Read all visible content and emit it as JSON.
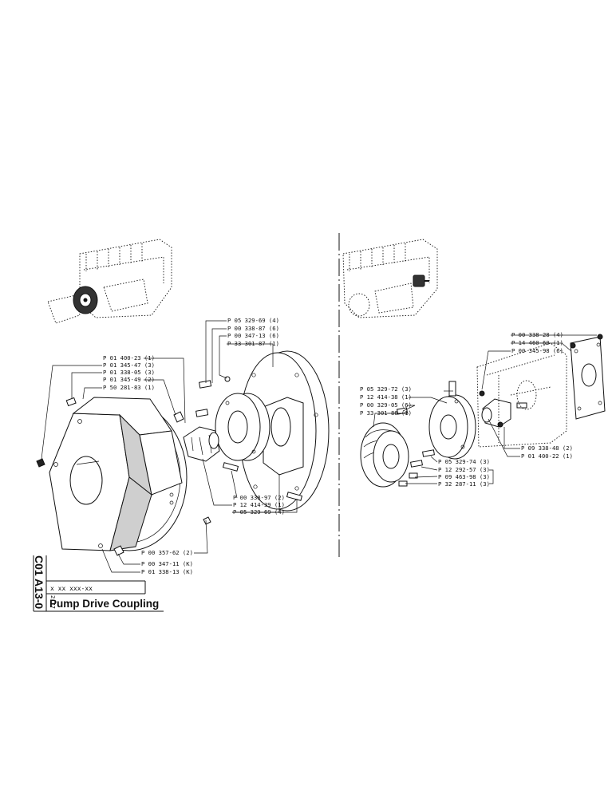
{
  "title": "Pump Drive Coupling",
  "document_code": "C01 A13-0",
  "revision_code": "2-77",
  "stamp_text": "x xx xxx-xx",
  "left_callouts": [
    "P 05 329-69 (4)",
    "P 00 338-87 (6)",
    "P 00 347-13 (6)",
    "P 33 301-87 (1)",
    "P 01 400-23 (1)",
    "P 01 345-47 (3)",
    "P 01 338-05 (3)",
    "P 01 345-49 (2)",
    "P 50 281-83 (1)",
    "P 00 338-97 (2)",
    "P 12 414-39 (1)",
    "P 05 329-69 (4)",
    "P 00 357-62 (2)",
    "P 00 347-11 (K)",
    "P 01 338-13 (K)"
  ],
  "right_callouts": [
    "P 00 338-28 (4)",
    "P 14 460-60 (1)",
    "P 00 345-98 (6)",
    "P 05 329-72 (3)",
    "P 12 414-38 (1)",
    "P 00 329-05 (6)",
    "P 33 301-86 (1)",
    "P 09 338-48 (2)",
    "P 01 400-22 (1)",
    "P 05 329-74 (3)",
    "P 12 292-57 (3)",
    "P 09 463-98 (3)",
    "P 32 287-11 (3)"
  ]
}
